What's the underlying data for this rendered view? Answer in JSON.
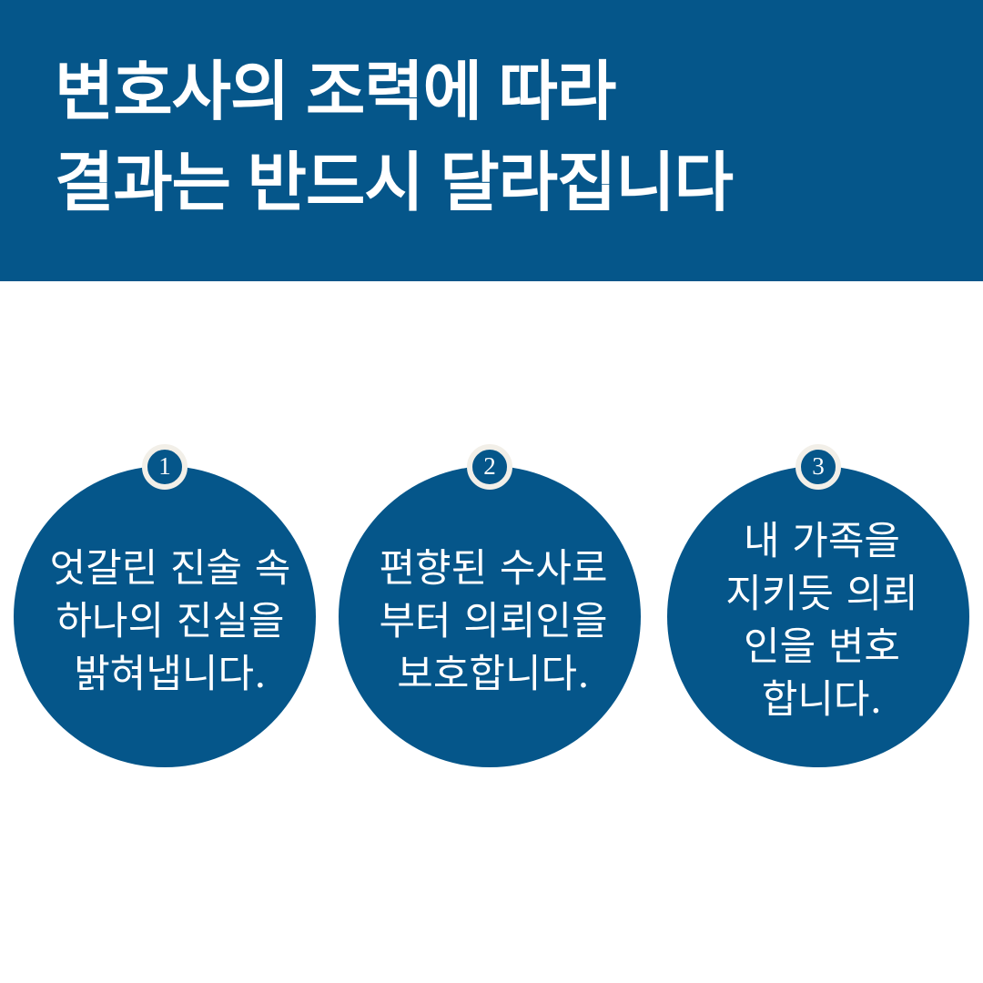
{
  "theme": {
    "brand_blue": "#05568A",
    "badge_ring_cream": "#F2EFE8",
    "text_white": "#FFFFFF",
    "page_background": "#FFFFFF"
  },
  "header": {
    "title_line_1": "변호사의 조력에 따라",
    "title_line_2": "결과는 반드시 달라집니다",
    "title_full": "변호사의 조력에 따라 결과는 반드시 달라집니다"
  },
  "circles": [
    {
      "badge": "1",
      "badge_icon": "circled-number-one-icon",
      "text": "엇갈린 진술 속\n하나의 진실을\n밝혀냅니다.",
      "lines": [
        "엇갈린 진술 속",
        "하나의 진실을",
        "밝혀냅니다."
      ]
    },
    {
      "badge": "2",
      "badge_icon": "circled-number-two-icon",
      "text": "편향된 수사로\n부터 의뢰인을\n보호합니다.",
      "lines": [
        "편향된 수사로",
        "부터 의뢰인을",
        "보호합니다."
      ]
    },
    {
      "badge": "3",
      "badge_icon": "circled-number-three-icon",
      "text": "내 가족을\n지키듯 의뢰\n인을 변호\n합니다.",
      "lines": [
        "내 가족을",
        "지키듯 의뢰",
        "인을 변호",
        "합니다."
      ]
    }
  ]
}
